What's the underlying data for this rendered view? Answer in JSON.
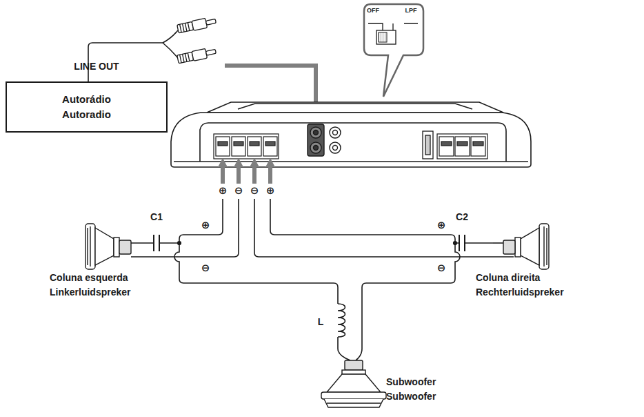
{
  "diagram": {
    "nodes": [
      {
        "text": [
          "Autorádio",
          "Autoradio"
        ]
      }
    ],
    "labels": [
      "LINE OUT",
      "OFF",
      "LPF",
      "C1",
      "C2",
      "L",
      "⊕",
      "⊖",
      "⊖",
      "⊕",
      "⊕",
      "⊖",
      "⊕",
      "⊖",
      "Coluna esquerda",
      "Linkerluidspreker",
      "Coluna direita",
      "Rechterluidspreker",
      "Subwoofer",
      "Subwoofer"
    ]
  }
}
